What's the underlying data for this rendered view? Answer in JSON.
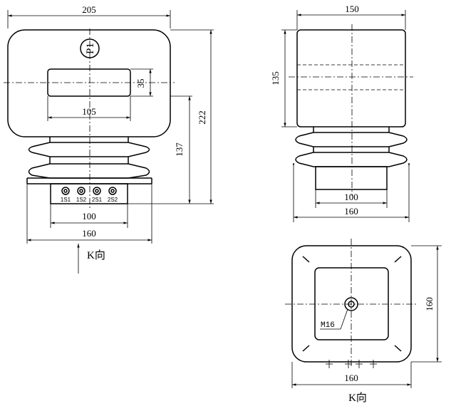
{
  "front_view": {
    "width_dim": "205",
    "height_dim": "222",
    "secondary_height_dim": "137",
    "window_height_dim": "35",
    "window_width_dim": "105",
    "terminal_width_dim": "100",
    "base_width_dim": "160",
    "terminal_label": "P1",
    "terminals": [
      "1S1",
      "1S2",
      "2S1",
      "2S2"
    ],
    "view_arrow_label": "K向"
  },
  "side_view": {
    "width_dim": "150",
    "height_dim": "135",
    "inner_width_dim": "100",
    "base_width_dim": "160"
  },
  "bottom_view": {
    "width_dim": "160",
    "height_dim": "160",
    "bolt_label": "M16",
    "view_label": "K向"
  }
}
